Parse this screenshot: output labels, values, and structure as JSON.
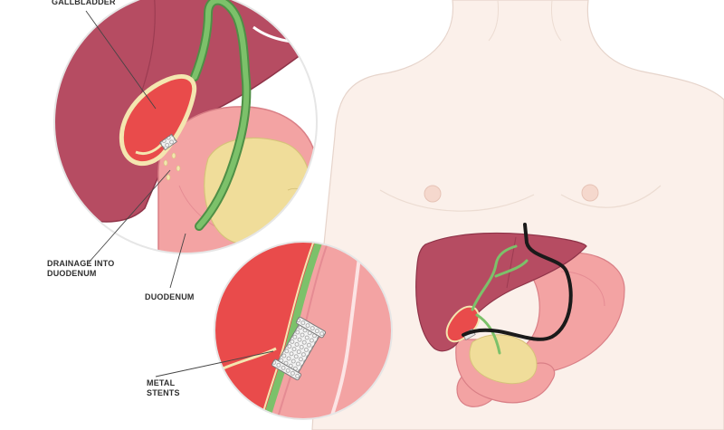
{
  "labels": {
    "gallbladder": "GALLBLADDER",
    "drainage_line1": "DRAINAGE INTO",
    "drainage_line2": "DUODENUM",
    "duodenum": "DUODENUM",
    "metal_line1": "METAL",
    "metal_line2": "STENTS"
  },
  "colors": {
    "liver": "#b64c62",
    "gallbladder": "#e94b4b",
    "bile_duct": "#7cc16a",
    "duodenum": "#f3a3a3",
    "pancreas": "#f0dd9a",
    "skin": "#fbf0ea",
    "endoscope": "#1a1a1a",
    "label_text": "#2f2f2f"
  }
}
